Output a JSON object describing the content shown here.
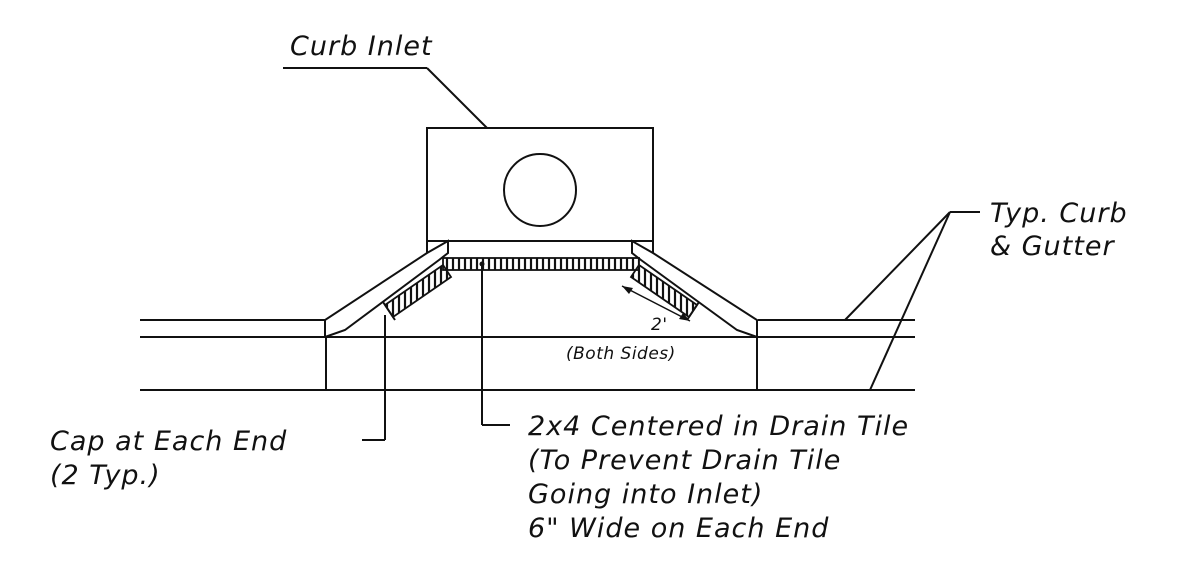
{
  "labels": {
    "curb_inlet": "Curb Inlet",
    "typ_curb_1": "Typ. Curb",
    "typ_curb_2": "& Gutter",
    "dim_2ft": "2'",
    "both_sides": "(Both Sides)",
    "cap_1": "Cap at Each End",
    "cap_2": "(2 Typ.)",
    "twobyfour_1": "2x4 Centered in Drain Tile",
    "twobyfour_2": "(To Prevent Drain Tile",
    "twobyfour_3": "Going into Inlet)",
    "twobyfour_4": "6\" Wide on Each End"
  },
  "colors": {
    "ink": "#111111",
    "background": "#ffffff"
  }
}
